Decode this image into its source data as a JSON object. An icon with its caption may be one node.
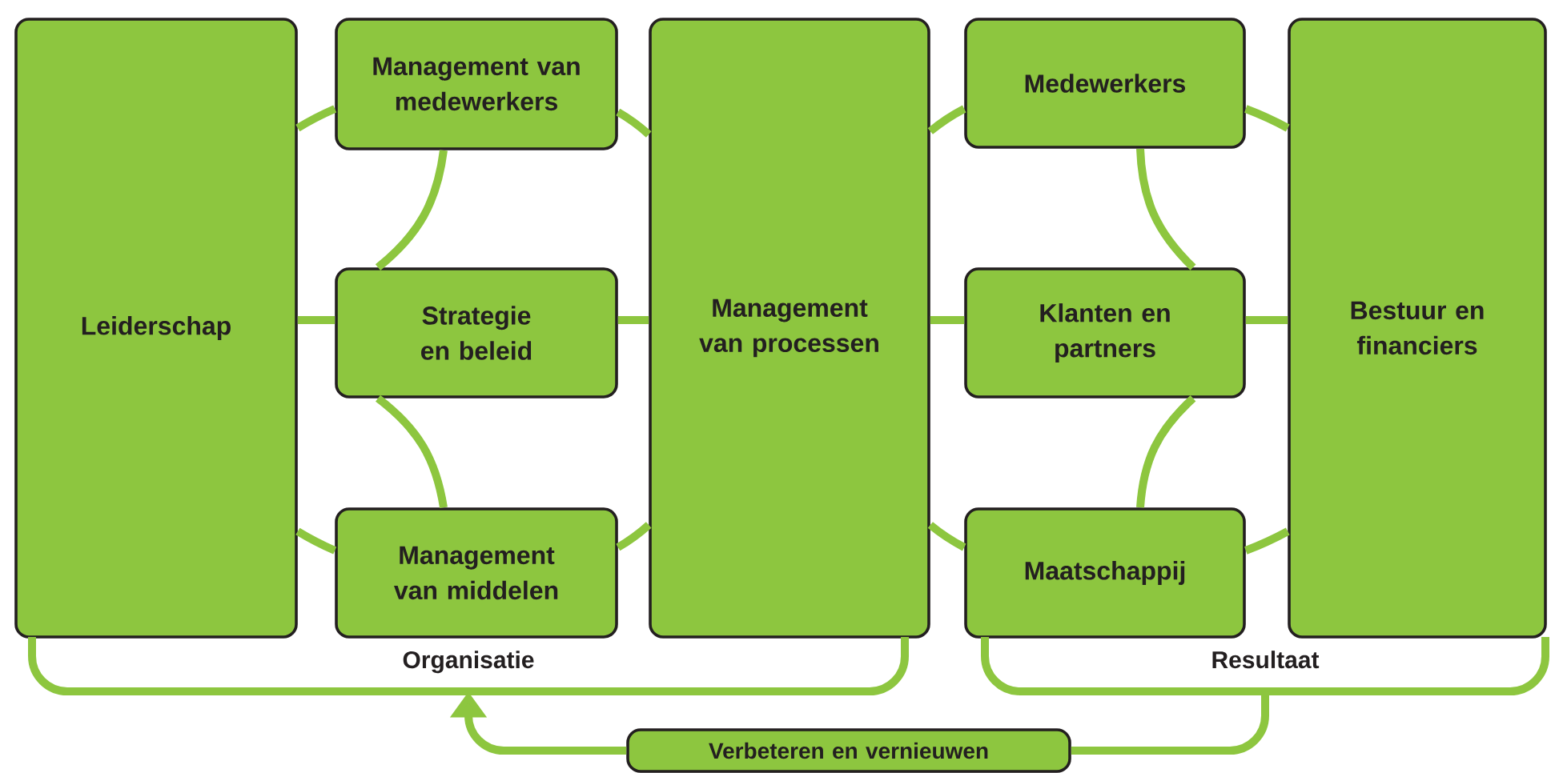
{
  "diagram": {
    "nodes": [
      {
        "text": [
          "Leiderschap"
        ]
      },
      {
        "text": [
          "Management van medewerkers"
        ]
      },
      {
        "text": [
          "Strategie en beleid"
        ]
      },
      {
        "text": [
          "Management van middelen"
        ]
      },
      {
        "text": [
          "Management van processen"
        ]
      },
      {
        "text": [
          "Medewerkers"
        ]
      },
      {
        "text": [
          "Klanten en partners"
        ]
      },
      {
        "text": [
          "Maatschappij"
        ]
      },
      {
        "text": [
          "Bestuur en financiers"
        ]
      },
      {
        "text": [
          "Verbeteren en vernieuwen"
        ]
      },
      {
        "text": [
          "Organisatie"
        ]
      },
      {
        "text": [
          "Resultaat"
        ]
      }
    ],
    "edges": [
      {
        "from": 0,
        "to": 1,
        "arrow": "none"
      },
      {
        "from": 1,
        "to": 4,
        "arrow": "none"
      },
      {
        "from": 4,
        "to": 3,
        "arrow": "none"
      },
      {
        "from": 3,
        "to": 0,
        "arrow": "none"
      },
      {
        "from": 1,
        "to": 2,
        "arrow": "none"
      },
      {
        "from": 2,
        "to": 3,
        "arrow": "none"
      },
      {
        "from": 0,
        "to": 2,
        "arrow": "none"
      },
      {
        "from": 2,
        "to": 4,
        "arrow": "none"
      },
      {
        "from": 4,
        "to": 5,
        "arrow": "none"
      },
      {
        "from": 5,
        "to": 8,
        "arrow": "none"
      },
      {
        "from": 8,
        "to": 7,
        "arrow": "none"
      },
      {
        "from": 7,
        "to": 4,
        "arrow": "none"
      },
      {
        "from": 5,
        "to": 6,
        "arrow": "none"
      },
      {
        "from": 6,
        "to": 7,
        "arrow": "none"
      },
      {
        "from": 4,
        "to": 6,
        "arrow": "none"
      },
      {
        "from": 6,
        "to": 8,
        "arrow": "none"
      },
      {
        "from": 11,
        "to": 9,
        "arrow": "none"
      },
      {
        "from": 9,
        "to": 10,
        "arrow": "to"
      }
    ]
  }
}
